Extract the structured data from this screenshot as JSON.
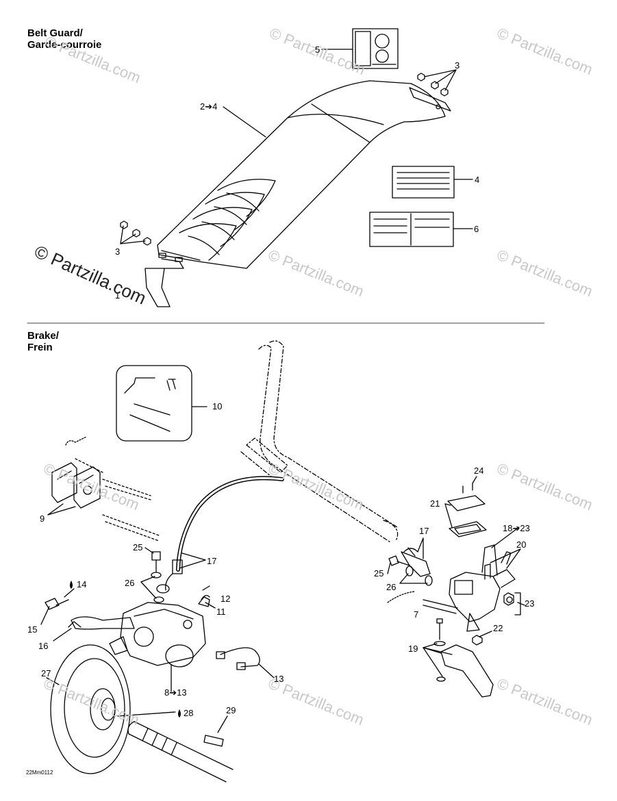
{
  "sections": {
    "belt_guard": {
      "title_en": "Belt Guard/",
      "title_fr": "Garde-courroie"
    },
    "brake": {
      "title_en": "Brake/",
      "title_fr": "Frein"
    }
  },
  "callouts": {
    "c1": "1",
    "c2_4": "2➔4",
    "c3a": "3",
    "c3b": "3",
    "c4": "4",
    "c5": "5",
    "c6": "6",
    "c7": "7",
    "c8_13": "8➔13",
    "c9": "9",
    "c10": "10",
    "c11": "11",
    "c12": "12",
    "c13": "13",
    "c14": "14",
    "c15": "15",
    "c16": "16",
    "c17a": "17",
    "c17b": "17",
    "c18_23": "18➔23",
    "c19": "19",
    "c20": "20",
    "c21": "21",
    "c22": "22",
    "c23": "23",
    "c24": "24",
    "c25a": "25",
    "c25b": "25",
    "c26a": "26",
    "c26b": "26",
    "c27": "27",
    "c28": "28",
    "c29": "29"
  },
  "watermark": {
    "text": "© Partzilla.com",
    "copyright_text": "© Partzilla.com"
  },
  "drawing_code": "22Mm0112",
  "colors": {
    "line": "#000000",
    "watermark": "#c8c8c8",
    "background": "#ffffff"
  }
}
